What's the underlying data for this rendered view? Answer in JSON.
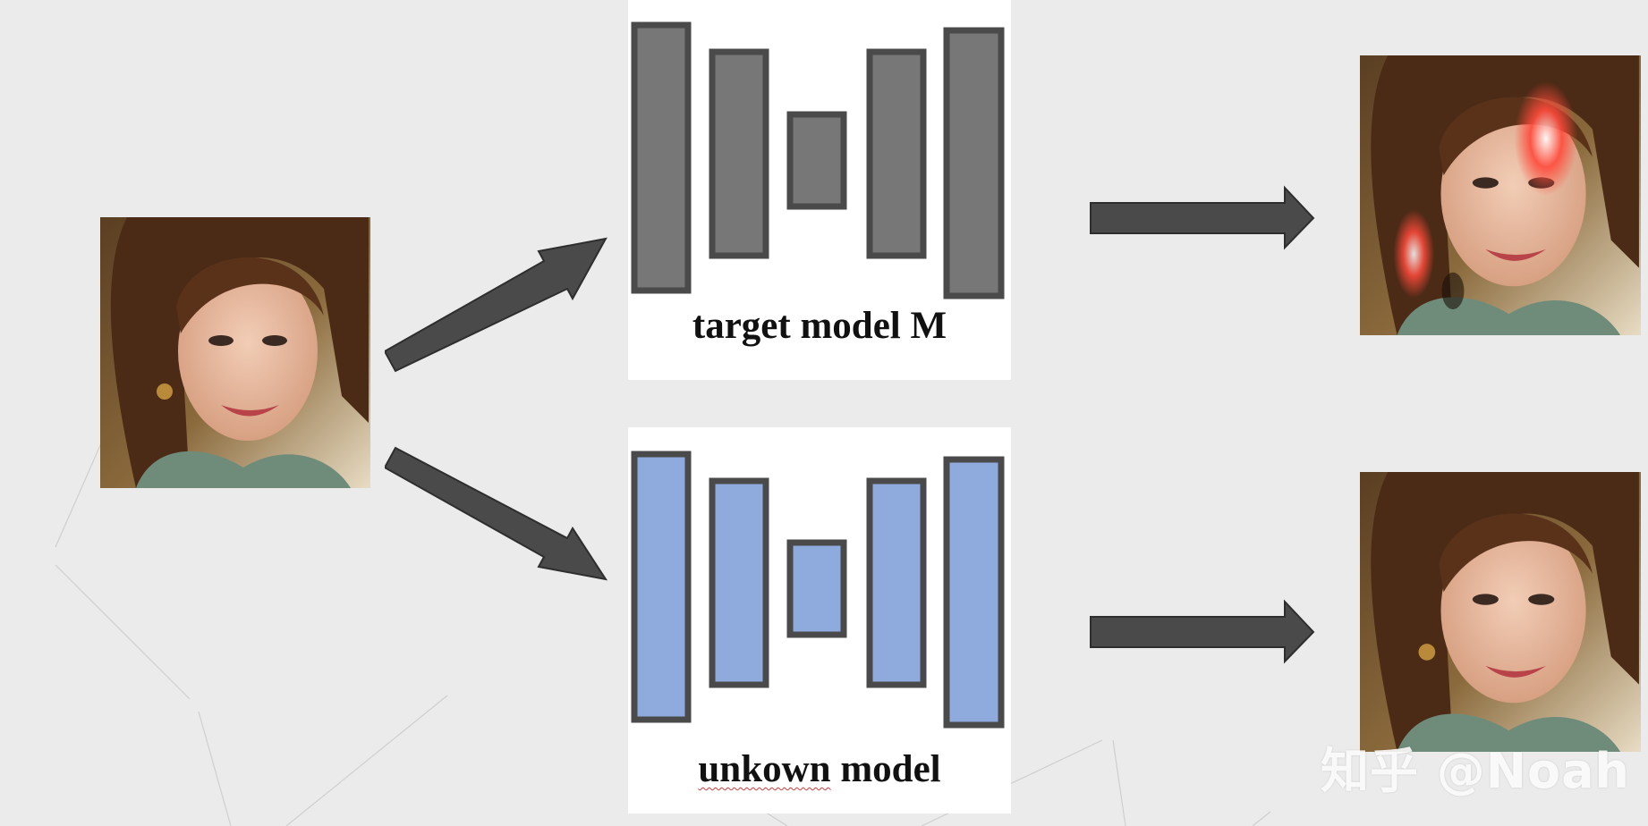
{
  "diagram": {
    "top_model_label": "target model M",
    "bottom_model_label_part1": "unkown",
    "bottom_model_label_part2": " model",
    "top_model_color": "#777777",
    "bottom_model_color": "#8faadc",
    "block_border_color": "#4a4a4a",
    "arrow_color": "#4a4a4a"
  },
  "watermark": {
    "text": "知乎 @Noah"
  }
}
